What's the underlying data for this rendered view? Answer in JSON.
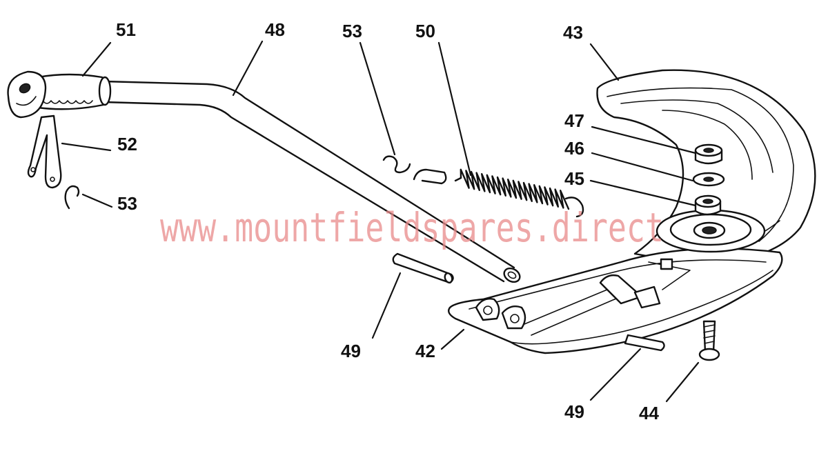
{
  "watermark": "www.mountfieldspares.direct",
  "labels": {
    "p42": "42",
    "p43": "43",
    "p44": "44",
    "p45": "45",
    "p46": "46",
    "p47": "47",
    "p48": "48",
    "p49a": "49",
    "p49b": "49",
    "p50": "50",
    "p51": "51",
    "p52": "52",
    "p53a": "53",
    "p53b": "53"
  },
  "colors": {
    "ink": "#111111",
    "watermark": "#e88a8a",
    "background": "#ffffff"
  }
}
